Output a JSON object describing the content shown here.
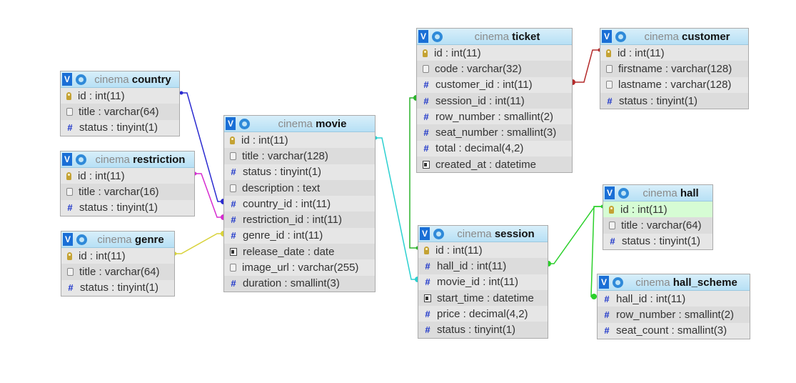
{
  "diagram": {
    "tables": [
      {
        "id": "country",
        "db": "cinema",
        "name": "country",
        "header_button": "V",
        "columns": [
          {
            "icon": "key-icon",
            "text": "id : int(11)"
          },
          {
            "icon": "text-field-icon",
            "text": "title : varchar(64)"
          },
          {
            "icon": "hash-icon",
            "text": "status : tinyint(1)"
          }
        ]
      },
      {
        "id": "restriction",
        "db": "cinema",
        "name": "restriction",
        "header_button": "V",
        "columns": [
          {
            "icon": "key-icon",
            "text": "id : int(11)"
          },
          {
            "icon": "text-field-icon",
            "text": "title : varchar(16)"
          },
          {
            "icon": "hash-icon",
            "text": "status : tinyint(1)"
          }
        ]
      },
      {
        "id": "genre",
        "db": "cinema",
        "name": "genre",
        "header_button": "V",
        "columns": [
          {
            "icon": "key-icon",
            "text": "id : int(11)"
          },
          {
            "icon": "text-field-icon",
            "text": "title : varchar(64)"
          },
          {
            "icon": "hash-icon",
            "text": "status : tinyint(1)"
          }
        ]
      },
      {
        "id": "movie",
        "db": "cinema",
        "name": "movie",
        "header_button": "V",
        "columns": [
          {
            "icon": "key-icon",
            "text": "id : int(11)"
          },
          {
            "icon": "text-field-icon",
            "text": "title : varchar(128)"
          },
          {
            "icon": "hash-icon",
            "text": "status : tinyint(1)"
          },
          {
            "icon": "text-field-icon",
            "text": "description : text"
          },
          {
            "icon": "hash-icon",
            "text": "country_id : int(11)"
          },
          {
            "icon": "hash-icon",
            "text": "restriction_id : int(11)"
          },
          {
            "icon": "hash-icon",
            "text": "genre_id : int(11)"
          },
          {
            "icon": "calendar-icon",
            "text": "release_date : date"
          },
          {
            "icon": "text-field-icon",
            "text": "image_url : varchar(255)"
          },
          {
            "icon": "hash-icon",
            "text": "duration : smallint(3)"
          }
        ]
      },
      {
        "id": "ticket",
        "db": "cinema",
        "name": "ticket",
        "header_button": "V",
        "columns": [
          {
            "icon": "key-icon",
            "text": "id : int(11)"
          },
          {
            "icon": "text-field-icon",
            "text": "code : varchar(32)"
          },
          {
            "icon": "hash-icon",
            "text": "customer_id : int(11)"
          },
          {
            "icon": "hash-icon",
            "text": "session_id : int(11)"
          },
          {
            "icon": "hash-icon",
            "text": "row_number : smallint(2)"
          },
          {
            "icon": "hash-icon",
            "text": "seat_number : smallint(3)"
          },
          {
            "icon": "hash-icon",
            "text": "total : decimal(4,2)"
          },
          {
            "icon": "calendar-icon",
            "text": "created_at : datetime"
          }
        ]
      },
      {
        "id": "customer",
        "db": "cinema",
        "name": "customer",
        "header_button": "V",
        "columns": [
          {
            "icon": "key-icon",
            "text": "id : int(11)"
          },
          {
            "icon": "text-field-icon",
            "text": "firstname : varchar(128)"
          },
          {
            "icon": "text-field-icon",
            "text": "lastname : varchar(128)"
          },
          {
            "icon": "hash-icon",
            "text": "status : tinyint(1)"
          }
        ]
      },
      {
        "id": "session",
        "db": "cinema",
        "name": "session",
        "header_button": "V",
        "columns": [
          {
            "icon": "key-icon",
            "text": "id : int(11)"
          },
          {
            "icon": "hash-icon",
            "text": "hall_id : int(11)"
          },
          {
            "icon": "hash-icon",
            "text": "movie_id : int(11)"
          },
          {
            "icon": "calendar-icon",
            "text": "start_time : datetime"
          },
          {
            "icon": "hash-icon",
            "text": "price : decimal(4,2)"
          },
          {
            "icon": "hash-icon",
            "text": "status : tinyint(1)"
          }
        ]
      },
      {
        "id": "hall",
        "db": "cinema",
        "name": "hall",
        "header_button": "V",
        "columns": [
          {
            "icon": "key-icon",
            "text": "id : int(11)",
            "highlight": true
          },
          {
            "icon": "text-field-icon",
            "text": "title : varchar(64)"
          },
          {
            "icon": "hash-icon",
            "text": "status : tinyint(1)"
          }
        ]
      },
      {
        "id": "hall_scheme",
        "db": "cinema",
        "name": "hall_scheme",
        "header_button": "V",
        "columns": [
          {
            "icon": "hash-icon",
            "text": "hall_id : int(11)"
          },
          {
            "icon": "hash-icon",
            "text": "row_number : smallint(2)"
          },
          {
            "icon": "hash-icon",
            "text": "seat_count : smallint(3)"
          }
        ]
      }
    ],
    "relations": [
      {
        "from": "movie.country_id",
        "to": "country.id",
        "color": "#2b2bd0"
      },
      {
        "from": "movie.restriction_id",
        "to": "restriction.id",
        "color": "#d62bd0"
      },
      {
        "from": "movie.genre_id",
        "to": "genre.id",
        "color": "#d8d23a"
      },
      {
        "from": "session.movie_id",
        "to": "movie.id",
        "color": "#2bd0d0"
      },
      {
        "from": "ticket.session_id",
        "to": "session.id",
        "color": "#2bb42b"
      },
      {
        "from": "ticket.customer_id",
        "to": "customer.id",
        "color": "#b42b2b"
      },
      {
        "from": "session.hall_id",
        "to": "hall.id",
        "color": "#2bd02b"
      },
      {
        "from": "hall_scheme.hall_id",
        "to": "hall.id",
        "color": "#2bd02b"
      }
    ]
  }
}
